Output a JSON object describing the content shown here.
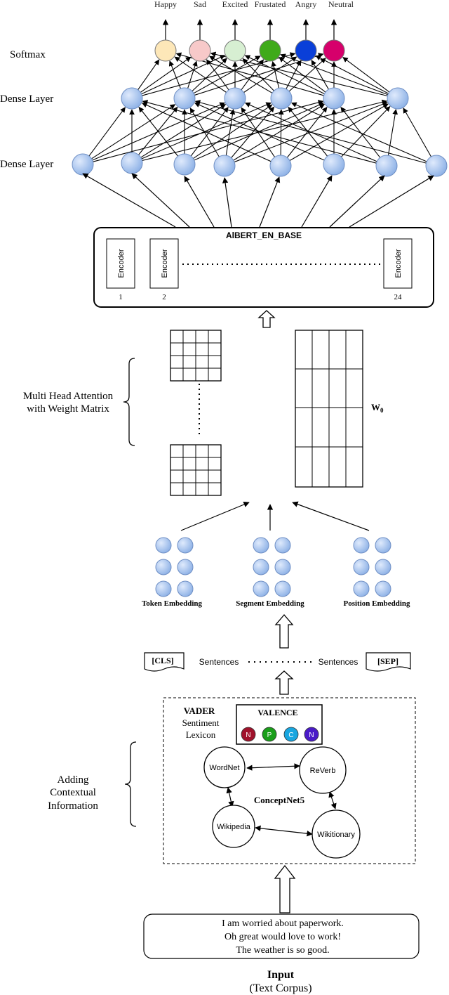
{
  "output_layer": {
    "row_label": "Softmax",
    "emotions": [
      {
        "label": "Happy",
        "color": "#fde7b8"
      },
      {
        "label": "Sad",
        "color": "#f7c9c9"
      },
      {
        "label": "Excited",
        "color": "#d7efd2"
      },
      {
        "label": "Frustated",
        "color": "#3faa1a"
      },
      {
        "label": "Angry",
        "color": "#0a3fd8"
      },
      {
        "label": "Neutral",
        "color": "#d6006b"
      }
    ]
  },
  "dense_layers": {
    "upper_label": "Dense Layer",
    "lower_label": "Dense Layer",
    "node_color": "#a8c6ef"
  },
  "albert": {
    "title": "AlBERT_EN_BASE",
    "encoder_label": "Encoder",
    "encoder_numbers": [
      "1",
      "2",
      "24"
    ]
  },
  "attention": {
    "label_line1": "Multi Head Attention",
    "label_line2": "with Weight Matrix",
    "weight_label_main": "W",
    "weight_label_sub": "0"
  },
  "embeddings": {
    "token": "Token Embedding",
    "segment": "Segment Embedding",
    "position": "Position Embedding"
  },
  "sentences": {
    "cls": "[CLS]",
    "left": "Sentences",
    "right": "Sentences",
    "sep": "[SEP]"
  },
  "context": {
    "label_line1": "Adding",
    "label_line2": "Contextual",
    "label_line3": "Information",
    "vader_title": "VADER",
    "vader_line2": "Sentiment",
    "vader_line3": "Lexicon",
    "valence_title": "VALENCE",
    "valence_items": [
      {
        "letter": "N",
        "color": "#a0122b"
      },
      {
        "letter": "P",
        "color": "#1a9e1a"
      },
      {
        "letter": "C",
        "color": "#18a6e0"
      },
      {
        "letter": "N",
        "color": "#4a1bc8"
      }
    ],
    "graph_title": "ConceptNet5",
    "nodes": {
      "wordnet": "WordNet",
      "reverb": "ReVerb",
      "wikipedia": "Wikipedia",
      "wiktionary": "Wikitionary"
    }
  },
  "input": {
    "lines": [
      "I am worried about paperwork.",
      "Oh great would love to work!",
      "The weather  is so good."
    ],
    "title": "Input",
    "subtitle": "(Text Corpus)"
  }
}
